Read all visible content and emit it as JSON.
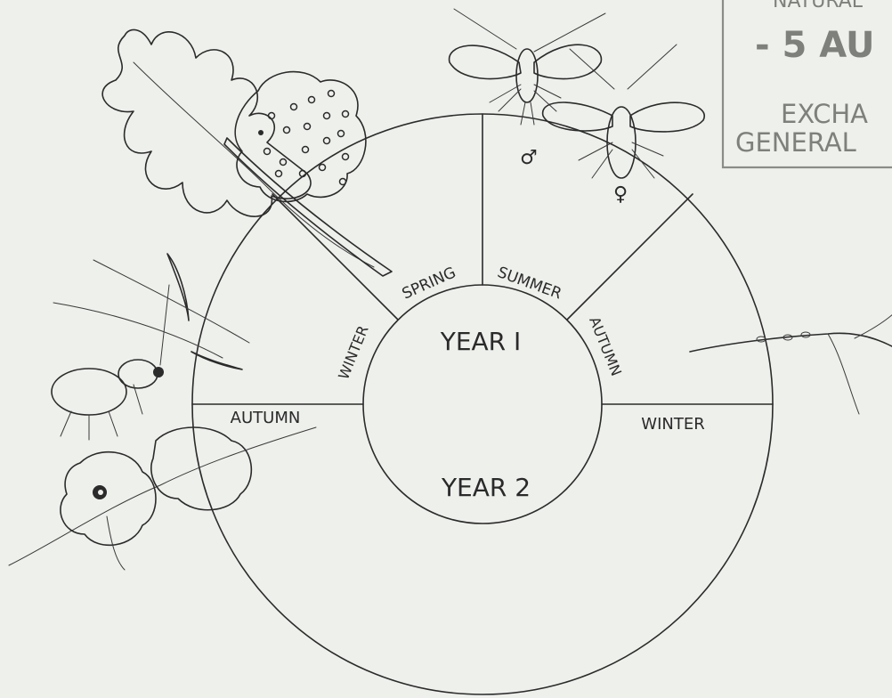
{
  "diagram": {
    "center_labels": {
      "year1": "YEAR I",
      "year2": "YEAR 2"
    },
    "seasons": {
      "spring": "SPRING",
      "summer": "SUMMER",
      "autumn_year1": "AUTUMN",
      "winter_year1": "WINTER",
      "winter_year2": "WINTER",
      "autumn_year2": "AUTUMN"
    },
    "symbols": {
      "male": "♂",
      "female": "♀"
    }
  },
  "stamp": {
    "line1": "NATURAL",
    "line2": "- 5 AU",
    "line3": "EXCHA",
    "line4": "GENERAL"
  },
  "colors": {
    "ink": "#2b2b2b",
    "paper": "#eef0ec",
    "stamp": "#7e807c"
  }
}
